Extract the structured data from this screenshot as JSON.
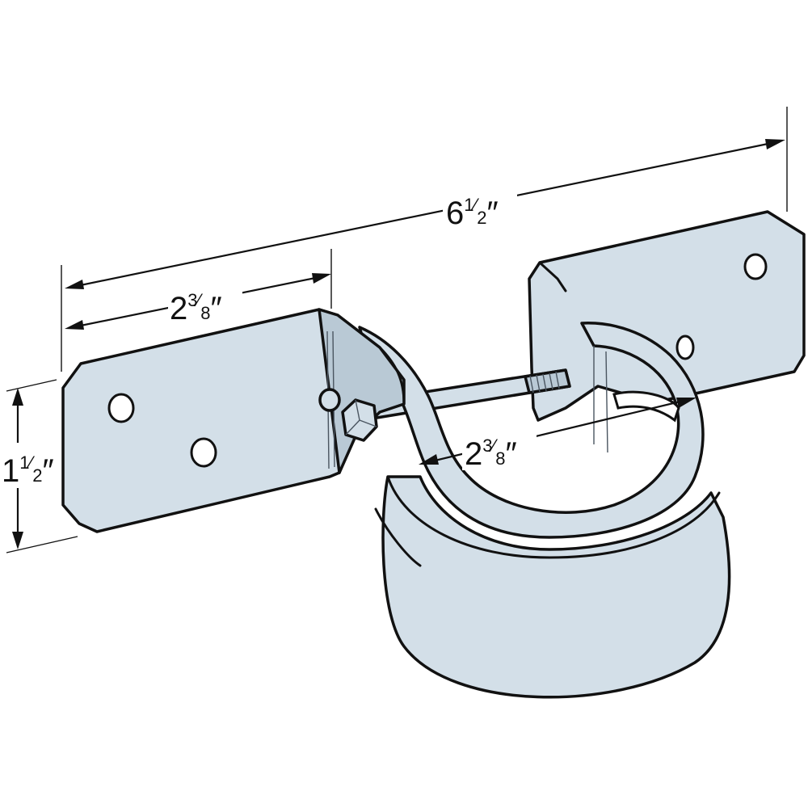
{
  "dimensions": {
    "overall_width": {
      "whole": "6",
      "numerator": "1",
      "denominator": "2",
      "unit": "″"
    },
    "flange_width": {
      "whole": "2",
      "numerator": "3",
      "denominator": "8",
      "unit": "″"
    },
    "height": {
      "whole": "1",
      "numerator": "1",
      "denominator": "2",
      "unit": "″"
    },
    "pipe_diameter": {
      "whole": "2",
      "numerator": "3",
      "denominator": "8",
      "unit": "″"
    }
  },
  "colors": {
    "metal": "#d3dfe8",
    "metal_shade": "#b9c9d5",
    "line": "#111111"
  }
}
